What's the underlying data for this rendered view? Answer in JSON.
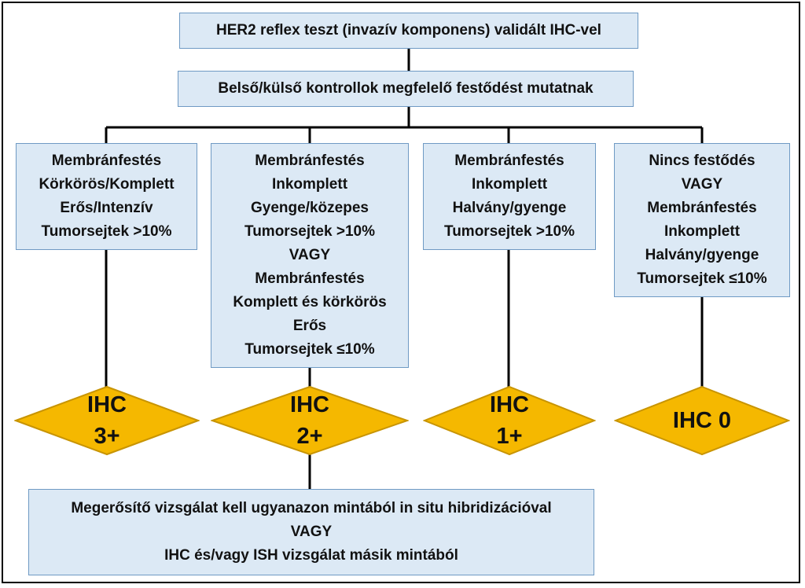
{
  "diagram": {
    "top_box": "HER2 reflex teszt (invazív komponens) validált IHC-vel",
    "control_box": "Belső/külső kontrollok megfelelő festődést mutatnak",
    "columns": [
      {
        "lines": [
          "Membránfestés",
          "Körkörös/Komplett",
          "Erős/Intenzív",
          "Tumorsejtek >10%"
        ],
        "result": [
          "IHC",
          "3+"
        ]
      },
      {
        "lines": [
          "Membránfestés",
          "Inkomplett",
          "Gyenge/közepes",
          "Tumorsejtek >10%",
          "VAGY",
          "Membránfestés",
          "Komplett és körkörös",
          "Erős",
          "Tumorsejtek ≤10%"
        ],
        "result": [
          "IHC",
          "2+"
        ]
      },
      {
        "lines": [
          "Membránfestés",
          "Inkomplett",
          "Halvány/gyenge",
          "Tumorsejtek >10%"
        ],
        "result": [
          "IHC",
          "1+"
        ]
      },
      {
        "lines": [
          "Nincs festődés",
          "VAGY",
          "Membránfestés",
          "Inkomplett",
          "Halvány/gyenge",
          "Tumorsejtek ≤10%"
        ],
        "result": [
          "IHC 0"
        ]
      }
    ],
    "bottom_box": [
      "Megerősítő vizsgálat kell ugyanazon mintából in situ hibridizációval",
      "VAGY",
      "IHC és/vagy ISH vizsgálat másik mintából"
    ]
  },
  "colors": {
    "box_fill": "#dce9f5",
    "box_border": "#6f9ac4",
    "diamond_fill": "#f5b800",
    "diamond_border": "#c89400"
  }
}
